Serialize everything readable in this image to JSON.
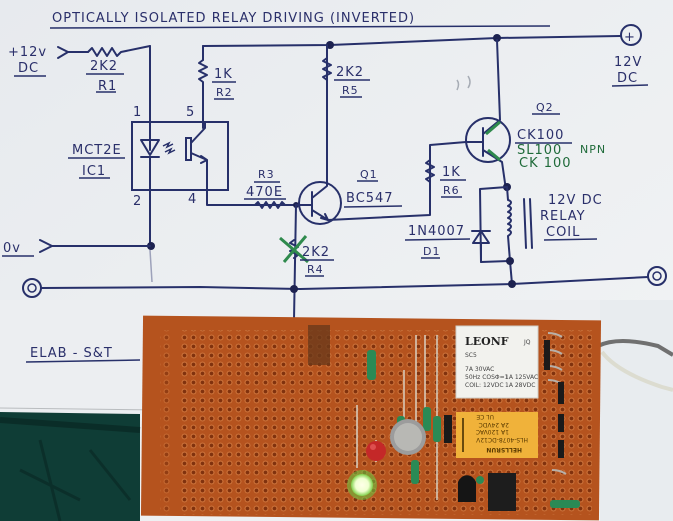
{
  "schematic": {
    "title": "OPTICALLY ISOLATED RELAY DRIVING (INVERTED)",
    "input_positive": {
      "voltage": "+12v",
      "type": "DC"
    },
    "input_ground": {
      "label": "0v"
    },
    "supply": {
      "voltage": "12V",
      "type": "DC",
      "symbol": "+"
    },
    "components": {
      "r1": {
        "value": "2K2",
        "ref": "R1"
      },
      "r2": {
        "value": "1K",
        "ref": "R2"
      },
      "r3": {
        "ref": "R3",
        "value": "470E"
      },
      "r4": {
        "value": "2K2",
        "ref": "R4",
        "note": "crossed out in green"
      },
      "r5": {
        "value": "2K2",
        "ref": "R5"
      },
      "r6": {
        "value": "1K",
        "ref": "R6"
      },
      "ic1": {
        "part": "MCT2E",
        "ref": "IC1",
        "pins": [
          "1",
          "5",
          "2",
          "4"
        ]
      },
      "q1": {
        "ref": "Q1",
        "part": "BC547"
      },
      "q2": {
        "ref": "Q2",
        "part": "CK100",
        "alt_part_1": "SL100",
        "alt_part_2": "CK 100",
        "type_note": "NPN"
      },
      "d1": {
        "part": "1N4007",
        "ref": "D1"
      },
      "relay": {
        "line1": "12V DC",
        "line2": "RELAY",
        "line3": "COIL"
      }
    },
    "footer_label": "ELAB - S&T"
  },
  "pcb": {
    "relay1": {
      "brand": "LEONF",
      "mark": "JQ",
      "model": "SC5",
      "spec1": "7A 30VAC",
      "spec2": "50Hz COSΦ=1",
      "spec3": "COIL: 12VDC",
      "spec4": "1A 125VAC",
      "spec5": "1A 28VDC"
    },
    "relay2": {
      "brand": "HELLSRUN",
      "model": "HLS-4078-DC12V",
      "spec1": "1A 120VAC",
      "spec2": "2A 24VDC",
      "marks": "UL CE"
    },
    "leds": [
      {
        "color": "red",
        "state": "off"
      },
      {
        "color": "green",
        "state": "on"
      }
    ]
  },
  "colors": {
    "paper": "#eef0f2",
    "ink": "#27306a",
    "green_ink": "#1f6b3a",
    "pcb": "#b5531e",
    "table": "#0f3d36"
  }
}
